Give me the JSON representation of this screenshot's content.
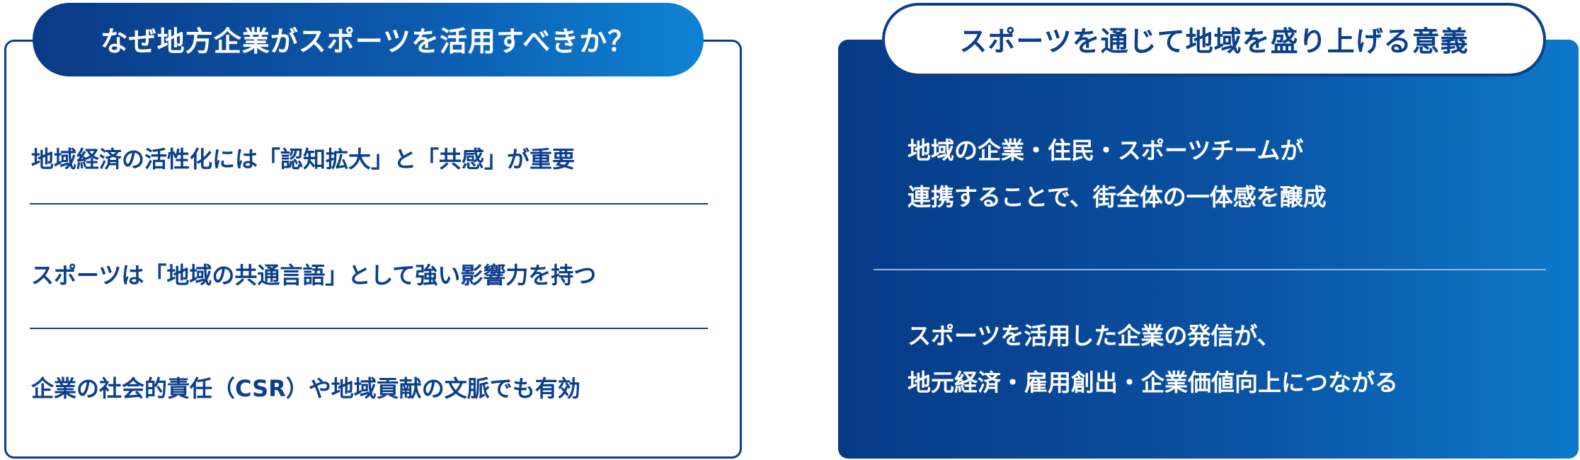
{
  "left": {
    "title": "なぜ地方企業がスポーツを活用すべきか？",
    "items": [
      "地域経済の活性化には「認知拡大」と「共感」が重要",
      "スポーツは「地域の共通言語」として強い影響力を持つ",
      "企業の社会的責任（CSR）や地域貢献の文脈でも有効"
    ]
  },
  "right": {
    "title": "スポーツを通じて地域を盛り上げる意義",
    "items": [
      {
        "line1": "地域の企業・住民・スポーツチームが",
        "line2": "連携することで、街全体の一体感を醸成"
      },
      {
        "line1": "スポーツを活用した企業の発信が、",
        "line2": "地元経済・雇用創出・企業価値向上につながる"
      }
    ]
  },
  "colors": {
    "navy": "#0b3f8c",
    "gradient_start": "#063a86",
    "gradient_end": "#0c79c8",
    "white": "#ffffff"
  }
}
